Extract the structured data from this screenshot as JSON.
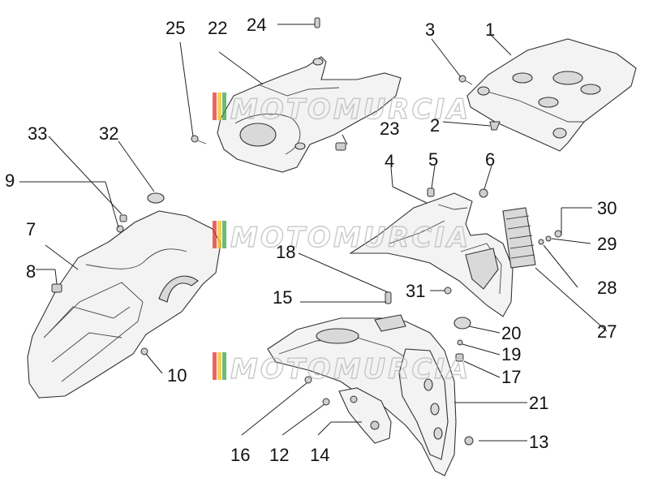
{
  "diagram": {
    "watermark_text": "MOTOMURCIA",
    "watermark_colors": [
      "#e4322b",
      "#f2c21b",
      "#3aa54b"
    ],
    "callouts": {
      "n1": "1",
      "n2": "2",
      "n3": "3",
      "n4": "4",
      "n5": "5",
      "n6": "6",
      "n7": "7",
      "n8": "8",
      "n9": "9",
      "n10": "10",
      "n12": "12",
      "n13": "13",
      "n14": "14",
      "n15": "15",
      "n16": "16",
      "n17": "17",
      "n18": "18",
      "n19": "19",
      "n20": "20",
      "n21": "21",
      "n22": "22",
      "n23": "23",
      "n24": "24",
      "n25": "25",
      "n27": "27",
      "n28": "28",
      "n29": "29",
      "n30": "30",
      "n31": "31",
      "n32": "32",
      "n33": "33"
    }
  }
}
